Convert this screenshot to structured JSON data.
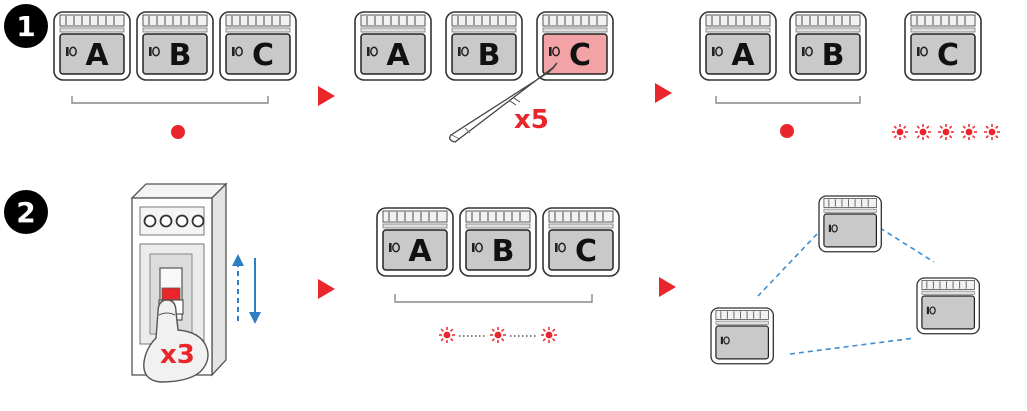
{
  "steps": [
    {
      "number": "1"
    },
    {
      "number": "2"
    }
  ],
  "modules": {
    "a": "A",
    "b": "B",
    "c": "C"
  },
  "annotations": {
    "press_count": "x5",
    "switch_count": "x3"
  },
  "colors": {
    "accent_red": "#e8262c",
    "highlight_pink": "#f2a3a6",
    "arrow_blue": "#2f7ec2",
    "link_blue": "#3b8ed3"
  },
  "icons": {
    "indicator": "led-dot-icon",
    "blink": "blinking-led-icon",
    "arrow": "right-arrow-icon",
    "pen": "stylus-pen-icon",
    "breaker": "circuit-breaker-icon"
  }
}
